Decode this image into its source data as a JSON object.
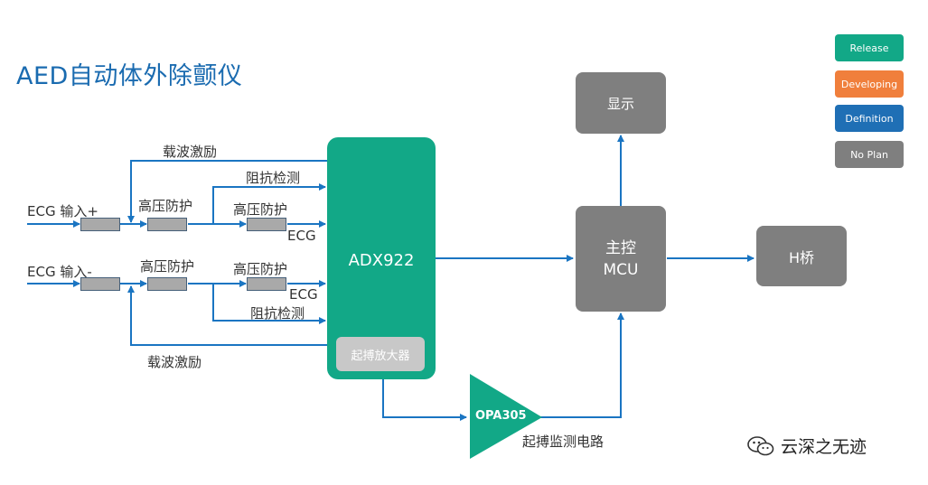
{
  "title": "AED自动体外除颤仪",
  "legend": {
    "release": "Release",
    "developing": "Developing",
    "definition": "Definition",
    "no_plan": "No Plan"
  },
  "colors": {
    "release": "#12a887",
    "developing": "#f07f3c",
    "definition": "#1f6fb5",
    "no_plan": "#7f7f7f",
    "wire": "#1a75c2"
  },
  "nodes": {
    "adx": "ADX922",
    "amp": "起搏放大器",
    "display": "显示",
    "mcu_line1": "主控",
    "mcu_line2": "MCU",
    "hbridge": "H桥",
    "opa": "OPA305"
  },
  "labels": {
    "carrier_top": "载波激励",
    "carrier_bottom": "载波激励",
    "ecg_in_plus": "ECG 输入+",
    "ecg_in_minus": "ECG 输入-",
    "hv_protect_1": "高压防护",
    "hv_protect_2": "高压防护",
    "hv_protect_3": "高压防护",
    "hv_protect_4": "高压防护",
    "impedance_top": "阻抗检测",
    "impedance_bottom": "阻抗检测",
    "ecg_top": "ECG",
    "ecg_bottom": "ECG",
    "pace_monitor": "起搏监测电路"
  },
  "watermark": {
    "text": "云深之无迹",
    "icon": "wechat-icon"
  }
}
